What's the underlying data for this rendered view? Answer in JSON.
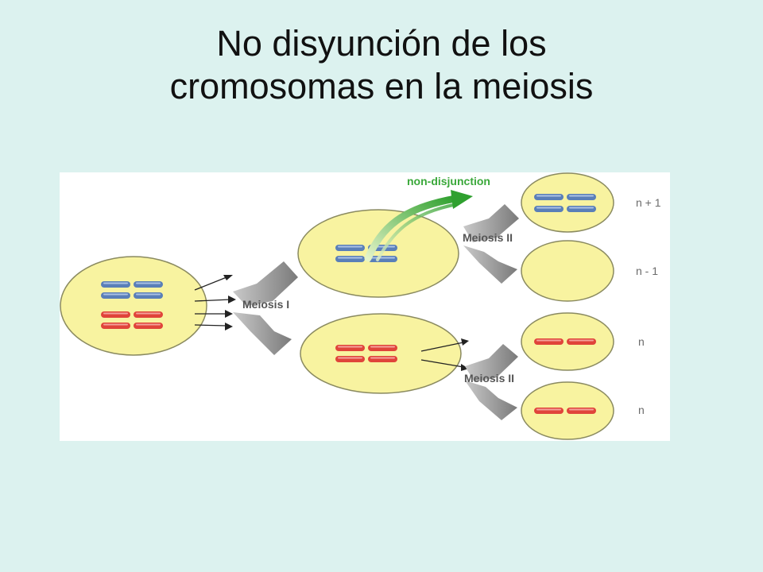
{
  "title": {
    "line1": "No disyunción de los",
    "line2": "cromosomas en la meiosis"
  },
  "diagram": {
    "labels": {
      "meiosis_1": "Meiosis I",
      "meiosis_2_top": "Meiosis II",
      "meiosis_2_bottom": "Meiosis II",
      "non_disjunction": "non-disjunction",
      "n_plus_1": "n + 1",
      "n_minus_1": "n - 1",
      "n_a": "n",
      "n_b": "n"
    },
    "colors": {
      "background": "#dcf2ef",
      "cell_fill": "#f8f3a0",
      "cell_stroke": "#8a8a60",
      "chromosome_blue": "#5a7fb8",
      "chromosome_red": "#e0443a",
      "arrow_gray": "#8a8a8a",
      "non_disjunction_green": "#3aa83a",
      "label_gray": "#6b6b6b"
    }
  }
}
